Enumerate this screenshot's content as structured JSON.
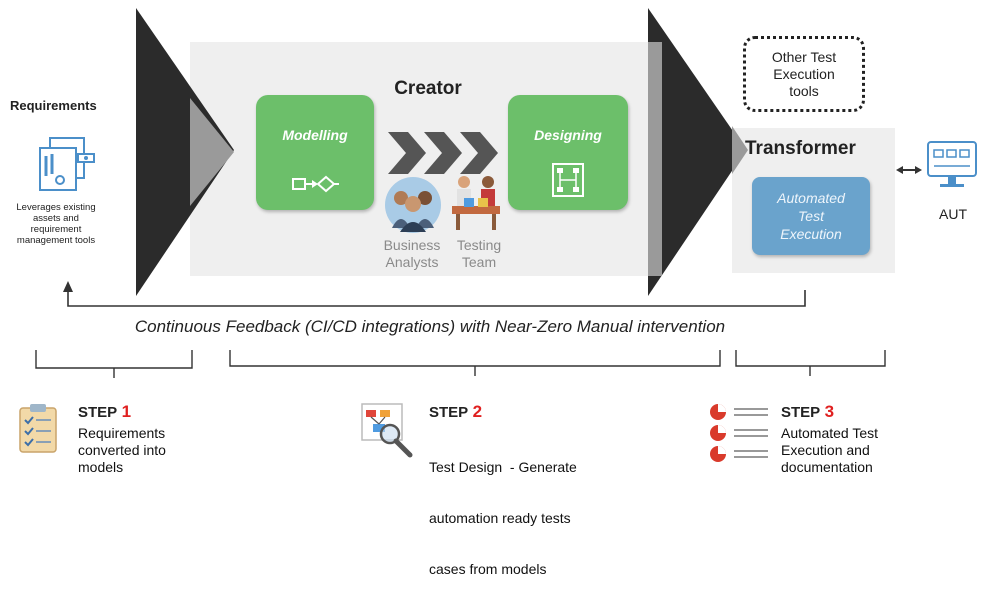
{
  "requirements": {
    "title": "Requirements",
    "description_lines": [
      "Leverages existing",
      "assets and",
      "requirement",
      "management  tools"
    ]
  },
  "creator": {
    "title": "Creator",
    "modelling_label": "Modelling",
    "designing_label": "Designing",
    "business_analysts_lines": [
      "Business",
      "Analysts"
    ],
    "testing_team_lines": [
      "Testing",
      "Team"
    ]
  },
  "other_tools": {
    "lines": [
      "Other Test",
      "Execution",
      "tools"
    ]
  },
  "transformer": {
    "title": "Transformer",
    "box_lines": [
      "Automated",
      "Test",
      "Execution"
    ]
  },
  "aut": {
    "label": "AUT"
  },
  "feedback": {
    "text": "Continuous Feedback (CI/CD integrations) with Near-Zero Manual intervention"
  },
  "steps": [
    {
      "label": "STEP",
      "number": "1",
      "lines": [
        "Requirements",
        "converted into",
        "models"
      ]
    },
    {
      "label": "STEP",
      "number": "2",
      "lines": [
        "Test Design  - Generate",
        "automation ready tests",
        "cases from models"
      ]
    },
    {
      "label": "STEP",
      "number": "3",
      "lines": [
        "Automated Test",
        "Execution and",
        "documentation"
      ]
    }
  ],
  "icons": {
    "requirements": "documents-icon",
    "modelling": "model-flow-icon",
    "designing": "flowchart-icon",
    "business_analysts": "people-group-icon",
    "testing_team": "team-meeting-icon",
    "aut": "monitor-icon",
    "step1": "clipboard-checklist-icon",
    "step2": "design-magnifier-icon",
    "step3": "pie-list-icon"
  },
  "colors": {
    "green": "#6cbf6a",
    "blue": "#6aa3cc",
    "dark_triangle": "#2b2b2b",
    "step_number": "#e02020"
  }
}
